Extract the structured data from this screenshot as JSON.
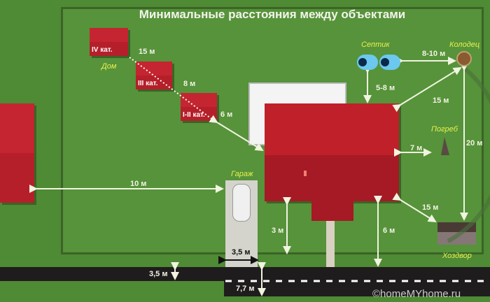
{
  "title": "Минимальные расстояния между объектами",
  "labels": {
    "dom": "Дом",
    "garage": "Гараж",
    "septic": "Септик",
    "well": "Колодец",
    "cellar": "Погреб",
    "yard": "Хоздвор"
  },
  "houses": [
    "IV кат.",
    "III кат.",
    "I-II кат."
  ],
  "distances": {
    "iv_iii": "15 м",
    "iii_i": "8 м",
    "i_house": "6 м",
    "neighbor": "10 м",
    "septic_well": "8-10 м",
    "septic_house": "5-8 м",
    "well_house": "15 м",
    "cellar_house": "7 м",
    "well_yard": "20 м",
    "yard_house": "15 м",
    "house_fence": "3 м",
    "house_road": "6 м",
    "gate": "3,5 м",
    "lane": "3,5 м",
    "road": "7,7 м"
  },
  "watermark": "©homeMYhome.ru"
}
